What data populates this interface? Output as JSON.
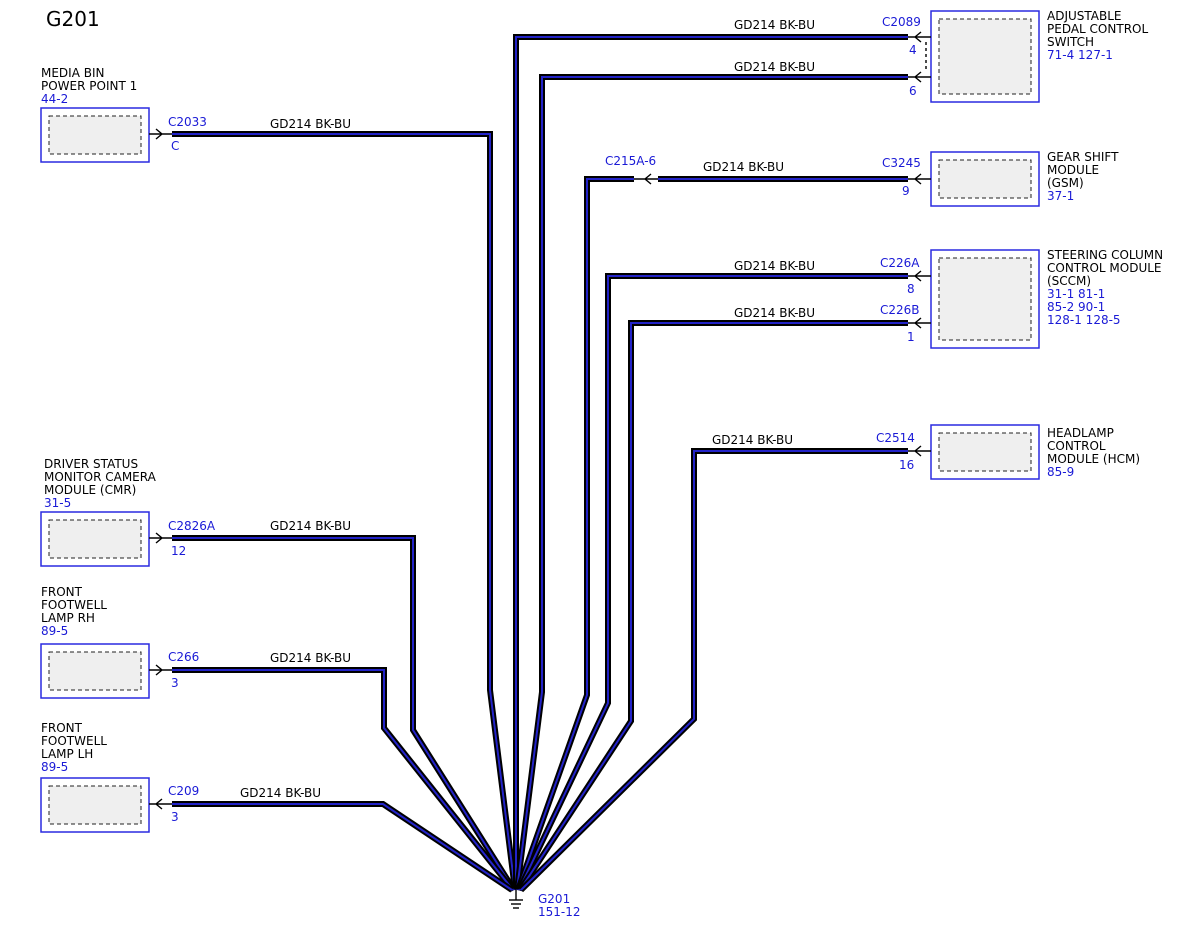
{
  "title": "G201",
  "wire_label": "GD214  BK-BU",
  "ground": {
    "name": "G201",
    "ref": "151-12"
  },
  "components": {
    "media_bin": {
      "lines": [
        "MEDIA BIN",
        "POWER POINT 1"
      ],
      "ref": "44-2"
    },
    "dsmc": {
      "lines": [
        "DRIVER STATUS",
        "MONITOR CAMERA",
        "MODULE (CMR)"
      ],
      "ref": "31-5"
    },
    "footwell_rh": {
      "lines": [
        "FRONT",
        "FOOTWELL",
        "LAMP RH"
      ],
      "ref": "89-5"
    },
    "footwell_lh": {
      "lines": [
        "FRONT",
        "FOOTWELL",
        "LAMP LH"
      ],
      "ref": "89-5"
    },
    "pedal": {
      "lines": [
        "ADJUSTABLE",
        "PEDAL CONTROL",
        "SWITCH"
      ],
      "refs": [
        "71-4  127-1"
      ]
    },
    "gsm": {
      "lines": [
        "GEAR SHIFT",
        "MODULE",
        "(GSM)"
      ],
      "refs": [
        "37-1"
      ]
    },
    "sccm": {
      "lines": [
        "STEERING COLUMN",
        "CONTROL MODULE",
        "(SCCM)"
      ],
      "refs": [
        "31-1  81-1",
        "85-2  90-1",
        "128-1 128-5"
      ]
    },
    "hcm": {
      "lines": [
        "HEADLAMP",
        "CONTROL",
        "MODULE (HCM)"
      ],
      "refs": [
        "85-9"
      ]
    }
  },
  "connectors": {
    "c2033": {
      "name": "C2033",
      "pin": "C"
    },
    "c2826a": {
      "name": "C2826A",
      "pin": "12"
    },
    "c266": {
      "name": "C266",
      "pin": "3"
    },
    "c209": {
      "name": "C209",
      "pin": "3"
    },
    "c2089_a": {
      "name": "C2089",
      "pin": "4"
    },
    "c2089_b": {
      "pin": "6"
    },
    "c215a": {
      "name": "C215A-6"
    },
    "c3245": {
      "name": "C3245",
      "pin": "9"
    },
    "c226a": {
      "name": "C226A",
      "pin": "8"
    },
    "c226b": {
      "name": "C226B",
      "pin": "1"
    },
    "c2514": {
      "name": "C2514",
      "pin": "16"
    }
  },
  "colors": {
    "wire_core": "#2323c8",
    "wire_outline": "#000000",
    "connector_text": "#1a1ad6",
    "box_border": "#2a2ae0"
  }
}
